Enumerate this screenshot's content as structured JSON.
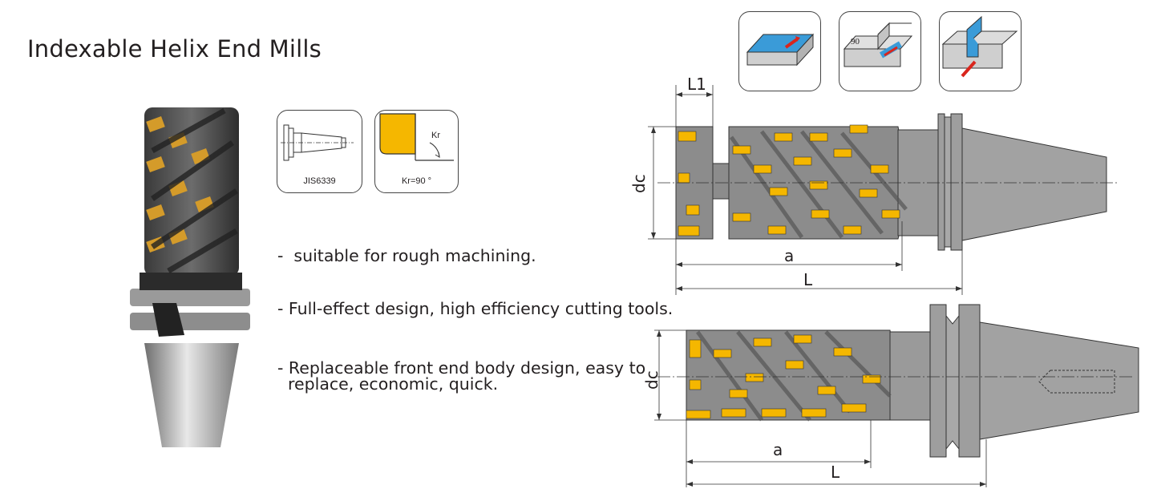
{
  "page": {
    "title": "Indexable Helix End Mills"
  },
  "icons": {
    "shank_label": "JIS6339",
    "angle_label": "Kr=90 °",
    "angle_mark": "Kr",
    "wall_angle_mark": "90"
  },
  "features": [
    "-  suitable for rough machining.",
    "- Full-effect design, high efficiency cutting tools.",
    "- Replaceable front end body design, easy to",
    "  replace, economic, quick."
  ],
  "dimensions": {
    "top": {
      "L1": "L1",
      "dc": "dc",
      "a": "a",
      "L": "L"
    },
    "bottom": {
      "dc": "dc",
      "a": "a",
      "L": "L"
    }
  },
  "colors": {
    "insert": "#f5b700",
    "body": "#8c8c8c",
    "blue": "#3a9bd8",
    "arrow": "#d9251c"
  }
}
